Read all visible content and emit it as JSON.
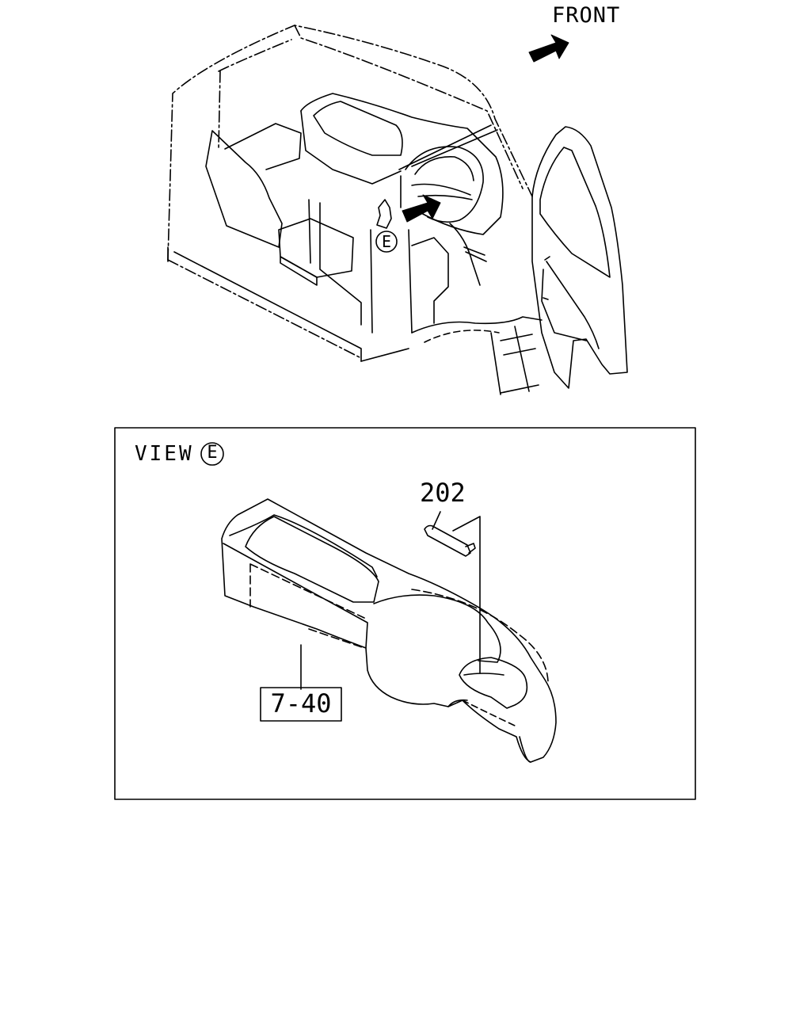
{
  "labels": {
    "front": "FRONT",
    "view_prefix": "VIEW",
    "view_letter": "E",
    "callout_letter": "E"
  },
  "parts": [
    {
      "number": "202",
      "boxed": false
    },
    {
      "number": "7-40",
      "boxed": true
    }
  ],
  "colors": {
    "line": "#000000",
    "background": "#ffffff"
  },
  "icons": [
    "front-direction-arrow-icon",
    "view-direction-arrow-icon"
  ]
}
